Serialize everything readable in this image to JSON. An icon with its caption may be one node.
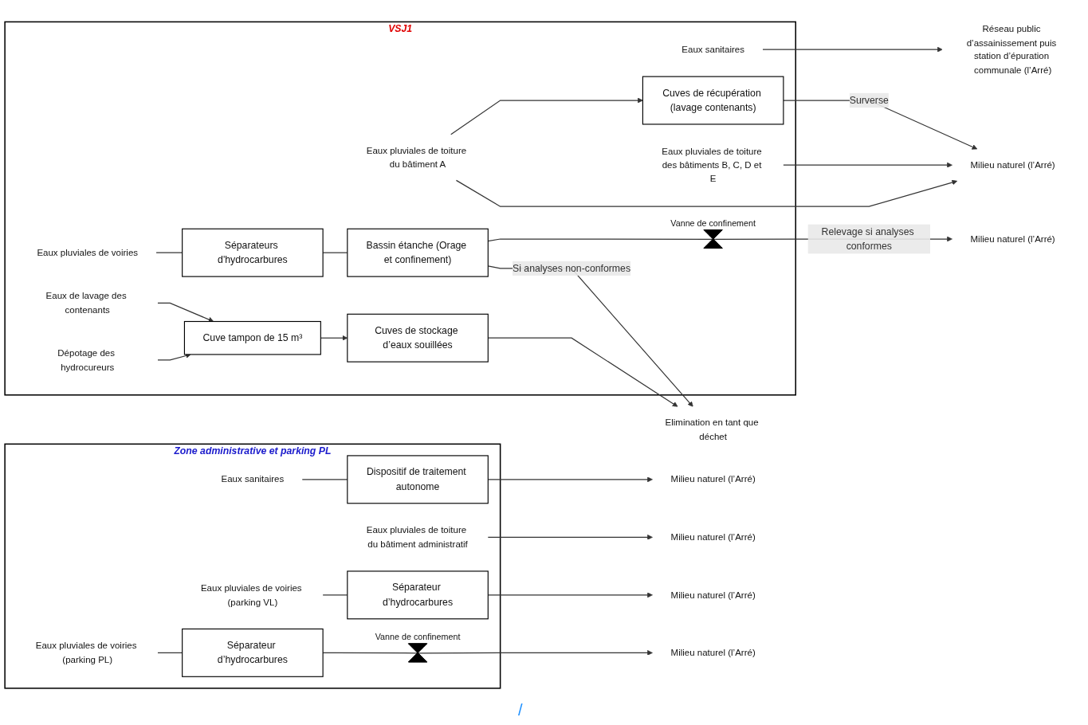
{
  "diagram": {
    "nodes": [
      {
        "text": [
          "Zone administrative et parking PL"
        ]
      },
      {
        "text": [
          "Eaux sanitaires"
        ],
        "in": 0
      },
      {
        "text": [
          "Dispositif de traitement autonome"
        ],
        "in": 0
      },
      {
        "text": [
          "Eaux pluviales de toiture du bâtiment administratif"
        ],
        "in": 0
      },
      {
        "text": [
          "Eaux pluviales de voiries (parking VL)"
        ],
        "in": 0
      },
      {
        "text": [
          "Séparateur d’hydrocarbures"
        ],
        "in": 0
      },
      {
        "text": [
          "Eaux pluviales de voiries (parking PL)"
        ],
        "in": 0
      },
      {
        "text": [
          "Séparateur d’hydrocarbures"
        ],
        "in": 0
      },
      {
        "text": [
          "Vanne de confinement"
        ],
        "in": 0
      },
      {
        "text": [
          "Milieu naturel (l’Arré)"
        ]
      },
      {
        "text": [
          "Milieu naturel (l’Arré)"
        ]
      },
      {
        "text": [
          "Milieu naturel (l’Arré)"
        ]
      },
      {
        "text": [
          "Milieu naturel (l’Arré)"
        ]
      },
      {
        "text": [
          "VSJ1"
        ]
      },
      {
        "text": [
          "Eaux sanitaires"
        ],
        "in": 13
      },
      {
        "text": [
          "Cuves de récupération (lavage contenants)"
        ],
        "in": 13
      },
      {
        "text": [
          "Eaux pluviales de toiture du bâtiment A"
        ],
        "in": 13
      },
      {
        "text": [
          "Eaux pluviales de toiture des bâtiments B, C, D et E"
        ],
        "in": 13
      },
      {
        "text": [
          "Eaux pluviales de voiries"
        ],
        "in": 13
      },
      {
        "text": [
          "Séparateurs d'hydrocarbures"
        ],
        "in": 13
      },
      {
        "text": [
          "Bassin étanche (Orage et confinement)"
        ],
        "in": 13
      },
      {
        "text": [
          "Vanne de confinement"
        ],
        "in": 13
      },
      {
        "text": [
          "Eaux de lavage des contenants"
        ],
        "in": 13
      },
      {
        "text": [
          "Dépotage des hydrocureurs"
        ],
        "in": 13
      },
      {
        "text": [
          "Cuve tampon de 15 m³"
        ],
        "in": 13
      },
      {
        "text": [
          "Cuves de stockage d’eaux souillées"
        ],
        "in": 13
      },
      {
        "text": [
          "Réseau public d’assainissement puis station d’épuration communale (l’Arré)"
        ]
      },
      {
        "text": [
          "Milieu naturel (l’Arré)"
        ]
      },
      {
        "text": [
          "Milieu naturel (l’Arré)"
        ]
      },
      {
        "text": [
          "Elimination en tant que déchet"
        ]
      }
    ],
    "edges": [
      {
        "from": 1,
        "to": 2,
        "arrow": "none"
      },
      {
        "from": 2,
        "to": 9,
        "arrow": "to"
      },
      {
        "from": 3,
        "to": 10,
        "arrow": "to"
      },
      {
        "from": 4,
        "to": 5,
        "arrow": "none"
      },
      {
        "from": 5,
        "to": 11,
        "arrow": "to"
      },
      {
        "from": 6,
        "to": 7,
        "arrow": "none"
      },
      {
        "from": 7,
        "to": 8,
        "arrow": "none"
      },
      {
        "from": 8,
        "to": 12,
        "arrow": "to"
      },
      {
        "from": 14,
        "to": 26,
        "arrow": "to"
      },
      {
        "from": 16,
        "to": 15,
        "arrow": "to"
      },
      {
        "from": 15,
        "to": 27,
        "label": "Surverse",
        "arrow": "to"
      },
      {
        "from": 16,
        "to": 27,
        "arrow": "to"
      },
      {
        "from": 17,
        "to": 27,
        "arrow": "to"
      },
      {
        "from": 18,
        "to": 19,
        "arrow": "none"
      },
      {
        "from": 19,
        "to": 20,
        "arrow": "none"
      },
      {
        "from": 20,
        "to": 21,
        "arrow": "none"
      },
      {
        "from": 21,
        "to": 28,
        "label": "Relevage si analyses conformes",
        "arrow": "to"
      },
      {
        "from": 20,
        "to": 29,
        "label": "Si analyses non-conformes",
        "arrow": "to"
      },
      {
        "from": 22,
        "to": 24,
        "arrow": "to"
      },
      {
        "from": 23,
        "to": 24,
        "arrow": "to"
      },
      {
        "from": 24,
        "to": 25,
        "arrow": "to"
      },
      {
        "from": 25,
        "to": 29,
        "arrow": "to"
      }
    ],
    "labels": [
      "/"
    ]
  }
}
